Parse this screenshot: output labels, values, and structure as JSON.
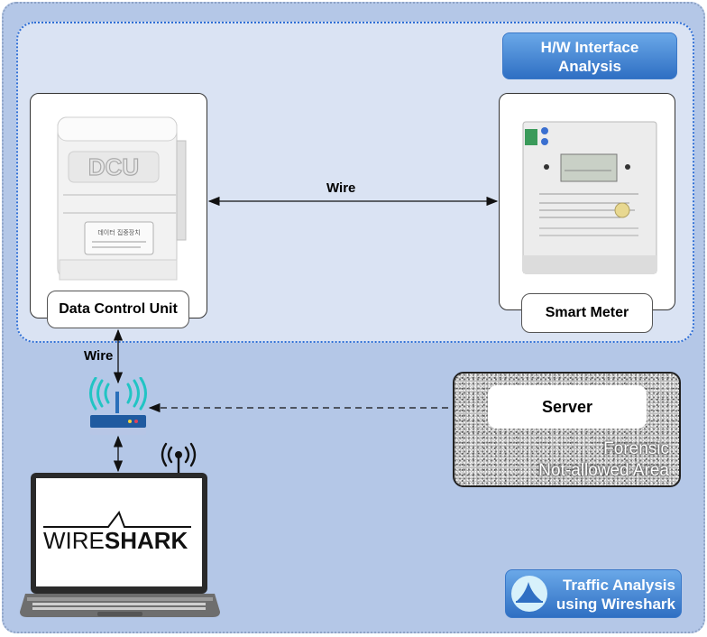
{
  "hw_banner": {
    "line1": "H/W Interface",
    "line2": "Analysis"
  },
  "dcu": {
    "device_text": "DCU",
    "plate_text": "데이터 집중장치",
    "label": "Data Control Unit"
  },
  "meter": {
    "label": "Smart Meter"
  },
  "wire_top": "Wire",
  "wire_left": "Wire",
  "server": {
    "label": "Server"
  },
  "forensic": {
    "line1": "Forensic",
    "line2": "Not-allowed Area"
  },
  "laptop": {
    "logo_left": "WIRE",
    "logo_right": "SHARK"
  },
  "traffic_banner": {
    "line1": "Traffic Analysis",
    "line2": "using Wireshark"
  },
  "colors": {
    "banner": "#2f6fc3",
    "inner_border": "#2f6fd6",
    "outer_bg": "#b4c7e7",
    "inner_bg": "#dae3f3",
    "wifi": "#21c4c4"
  }
}
